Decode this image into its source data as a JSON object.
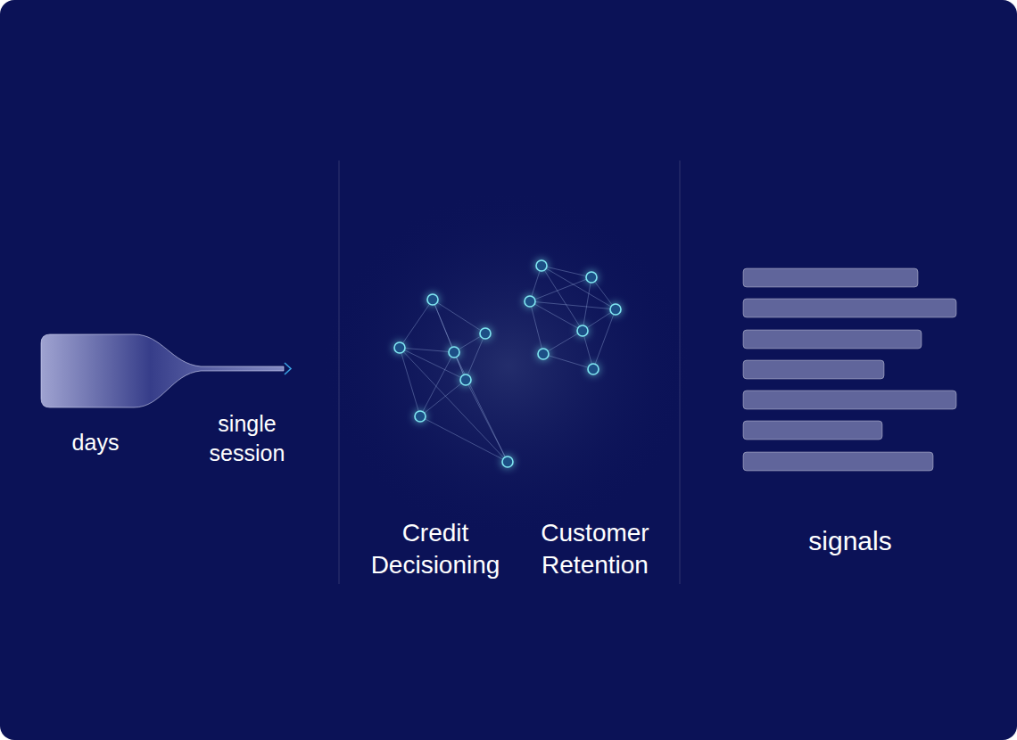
{
  "diagram": {
    "labels": [
      "days",
      "single session",
      "Credit Decisioning",
      "Customer Retention",
      "signals"
    ]
  }
}
